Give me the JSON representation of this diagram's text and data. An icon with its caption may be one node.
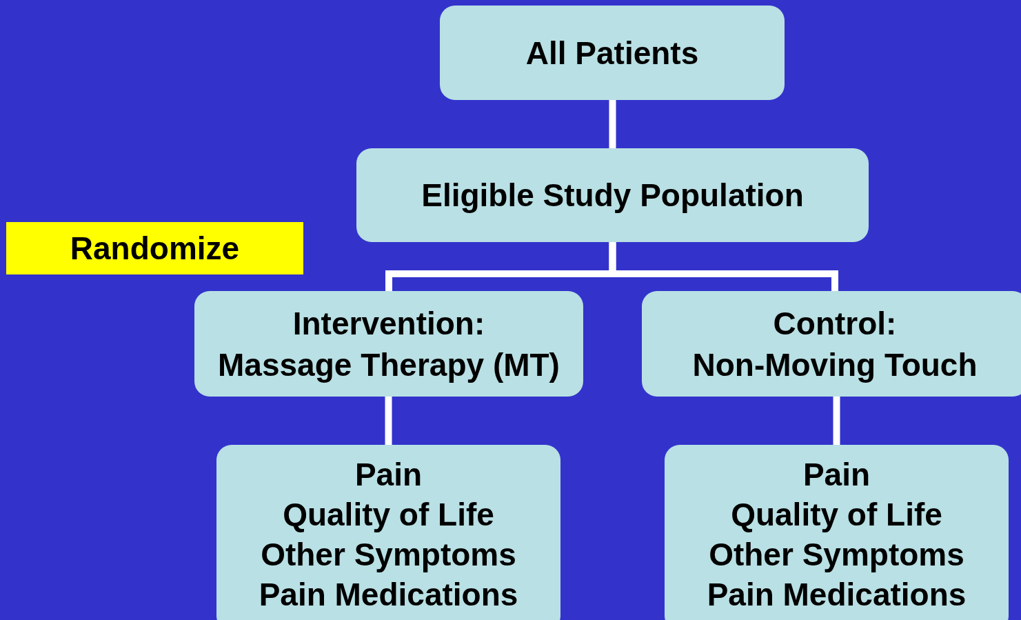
{
  "diagram": {
    "nodes": [
      {
        "text": [
          "All Patients"
        ]
      },
      {
        "text": [
          "Eligible Study Population"
        ]
      },
      {
        "text": [
          "Randomize"
        ]
      },
      {
        "text": [
          "Intervention:",
          "Massage Therapy (MT)"
        ]
      },
      {
        "text": [
          "Control:",
          "Non-Moving Touch"
        ]
      },
      {
        "text": [
          "Pain",
          "Quality of Life",
          "Other Symptoms",
          "Pain Medications"
        ]
      },
      {
        "text": [
          "Pain",
          "Quality of Life",
          "Other Symptoms",
          "Pain Medications"
        ]
      }
    ],
    "edges": [
      {
        "from": 0,
        "to": 1,
        "arrow": "none"
      },
      {
        "from": 1,
        "to": 3,
        "arrow": "none"
      },
      {
        "from": 1,
        "to": 4,
        "arrow": "none"
      },
      {
        "from": 3,
        "to": 5,
        "arrow": "none"
      },
      {
        "from": 4,
        "to": 6,
        "arrow": "none"
      }
    ]
  }
}
